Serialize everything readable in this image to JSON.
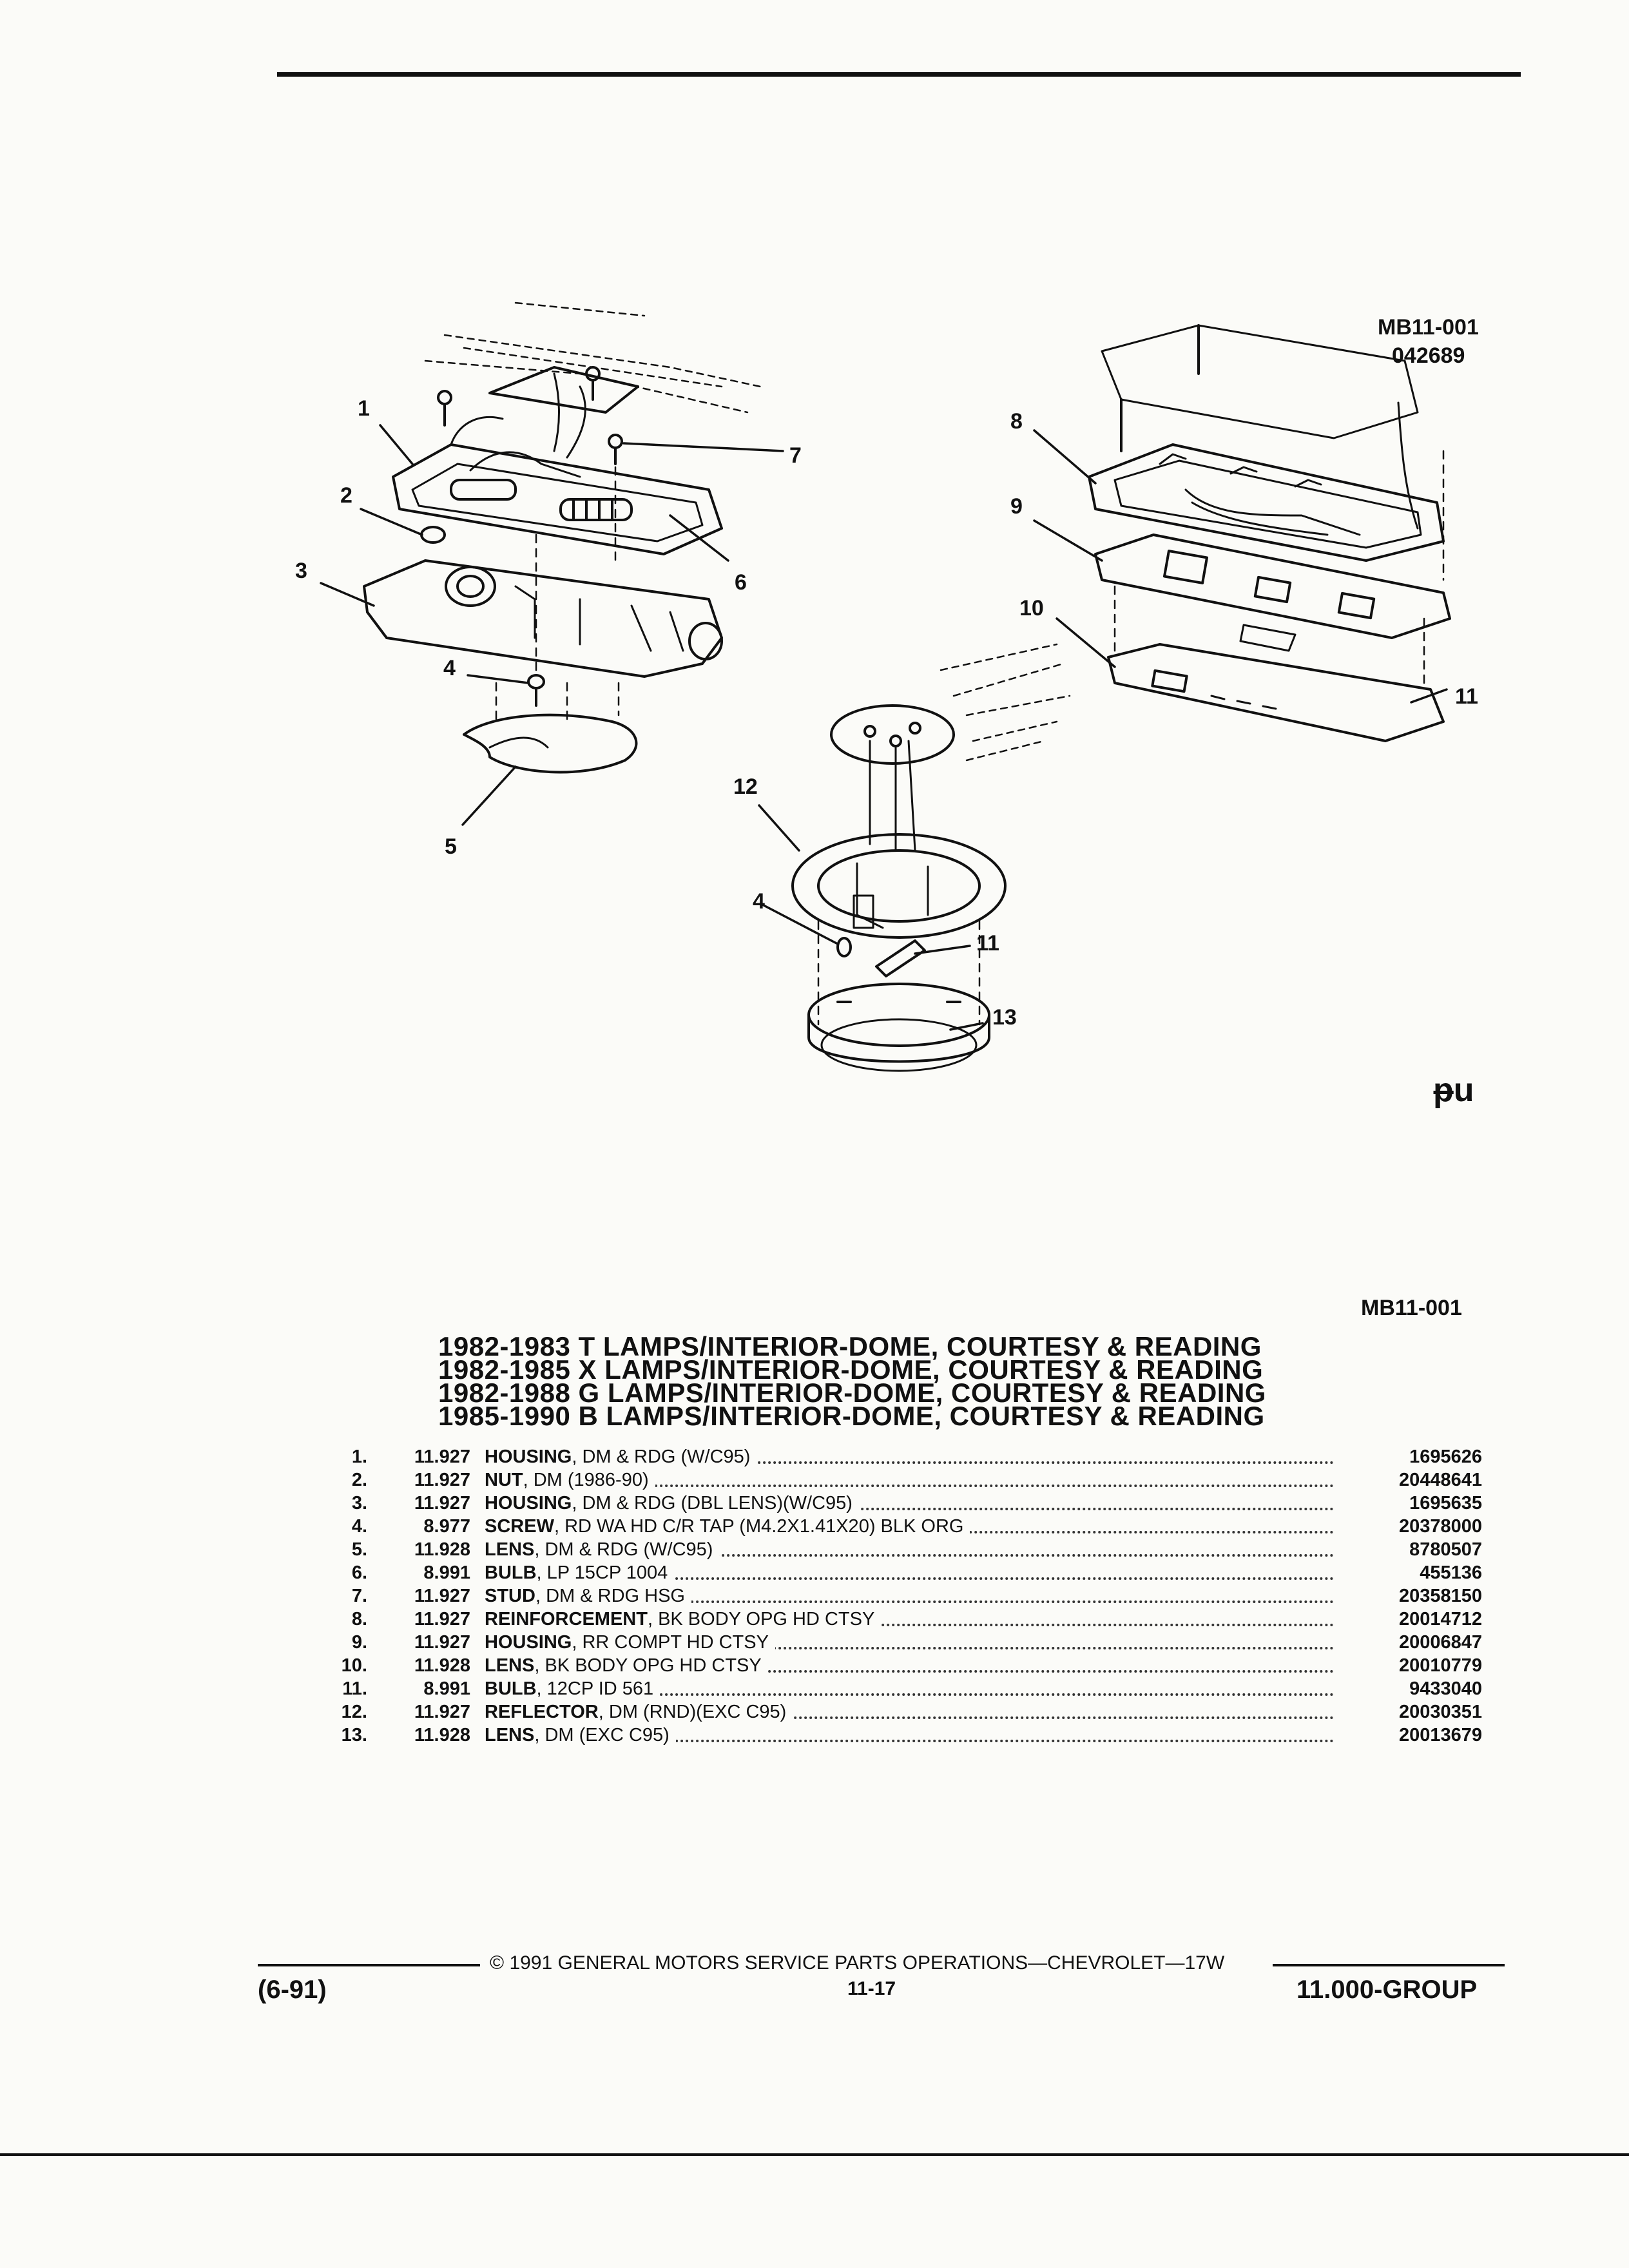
{
  "refs": {
    "figure_id": "MB11-001",
    "figure_code": "042689",
    "table_ref": "MB11-001"
  },
  "callouts": [
    "1",
    "2",
    "3",
    "4",
    "5",
    "6",
    "7",
    "8",
    "9",
    "10",
    "11",
    "12",
    "4",
    "11",
    "13"
  ],
  "title_lines": [
    "1982-1983 T LAMPS/INTERIOR-DOME, COURTESY & READING",
    "1982-1985 X LAMPS/INTERIOR-DOME, COURTESY & READING",
    "1982-1988 G LAMPS/INTERIOR-DOME, COURTESY & READING",
    "1985-1990 B LAMPS/INTERIOR-DOME, COURTESY & READING"
  ],
  "parts": [
    {
      "num": "1.",
      "code": "11.927",
      "name": "HOUSING",
      "desc": ", DM & RDG (W/C95)",
      "part": "1695626"
    },
    {
      "num": "2.",
      "code": "11.927",
      "name": "NUT",
      "desc": ", DM (1986-90)",
      "part": "20448641"
    },
    {
      "num": "3.",
      "code": "11.927",
      "name": "HOUSING",
      "desc": ", DM & RDG (DBL LENS)(W/C95)",
      "part": "1695635"
    },
    {
      "num": "4.",
      "code": "8.977",
      "name": "SCREW",
      "desc": ", RD WA HD C/R TAP (M4.2X1.41X20) BLK ORG",
      "part": "20378000"
    },
    {
      "num": "5.",
      "code": "11.928",
      "name": "LENS",
      "desc": ", DM & RDG (W/C95)",
      "part": "8780507"
    },
    {
      "num": "6.",
      "code": "8.991",
      "name": "BULB",
      "desc": ", LP 15CP 1004",
      "part": "455136"
    },
    {
      "num": "7.",
      "code": "11.927",
      "name": "STUD",
      "desc": ", DM & RDG HSG",
      "part": "20358150"
    },
    {
      "num": "8.",
      "code": "11.927",
      "name": "REINFORCEMENT",
      "desc": ", BK BODY OPG HD CTSY",
      "part": "20014712"
    },
    {
      "num": "9.",
      "code": "11.927",
      "name": "HOUSING",
      "desc": ", RR COMPT HD CTSY",
      "part": "20006847"
    },
    {
      "num": "10.",
      "code": "11.928",
      "name": "LENS",
      "desc": ", BK BODY OPG HD CTSY",
      "part": "20010779"
    },
    {
      "num": "11.",
      "code": "8.991",
      "name": "BULB",
      "desc": ", 12CP ID 561",
      "part": "9433040"
    },
    {
      "num": "12.",
      "code": "11.927",
      "name": "REFLECTOR",
      "desc": ", DM (RND)(EXC C95)",
      "part": "20030351"
    },
    {
      "num": "13.",
      "code": "11.928",
      "name": "LENS",
      "desc": ", DM (EXC C95)",
      "part": "20013679"
    }
  ],
  "footer": {
    "copyright": "© 1991 GENERAL MOTORS SERVICE PARTS OPERATIONS—CHEVROLET—17W",
    "revision": "(6-91)",
    "page": "11-17",
    "group": "11.000-GROUP"
  },
  "brand_mark": "ᵽu"
}
